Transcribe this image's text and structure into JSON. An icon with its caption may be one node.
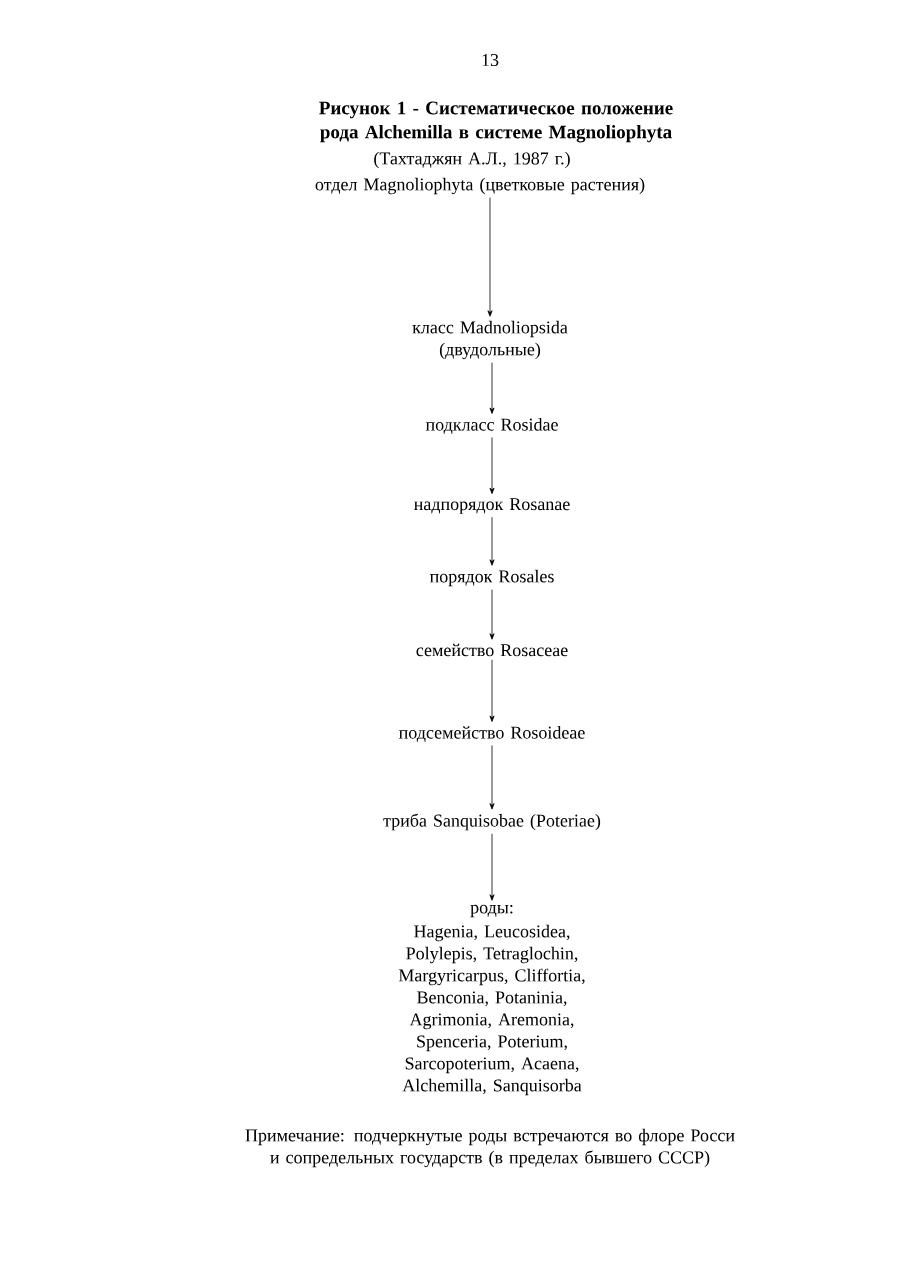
{
  "diagram": {
    "title": "Рисунок 1 - Систематическое положение рода Alchemilla в системе Magnoliophyta",
    "caption": "Примечание: подчеркнутые роды встречаются во флоре Росси и сопредельных государств (в пределах бывшего СССР)",
    "labels": [
      "13",
      "(Тахтаджян А.Л., 1987 г.)"
    ],
    "nodes": [
      {
        "text": [
          "отдел Magnoliophyta (цветковые растения)"
        ]
      },
      {
        "text": [
          "класс Madnoliopsida (двудольные)"
        ]
      },
      {
        "text": [
          "подкласс Rosidae"
        ]
      },
      {
        "text": [
          "надпорядок Rosanae"
        ]
      },
      {
        "text": [
          "порядок Rosales"
        ]
      },
      {
        "text": [
          "семейство Rosaceae"
        ]
      },
      {
        "text": [
          "подсемейство Rosoideae"
        ]
      },
      {
        "text": [
          "триба Sanquisobae (Poteriae)"
        ]
      },
      {
        "text": [
          "роды:",
          "Hagenia, Leucosidea, Polylepis, Tetraglochin, Margyricarpus, Cliffortia, Benconia, Potaninia, Agrimonia, Aremonia, Spenceria, Poterium, Sarcopoterium, Acaena, Alchemilla, Sanquisorba"
        ]
      }
    ],
    "edges": [
      {
        "from": 0,
        "to": 1,
        "arrow": "to"
      },
      {
        "from": 1,
        "to": 2,
        "arrow": "to"
      },
      {
        "from": 2,
        "to": 3,
        "arrow": "to"
      },
      {
        "from": 3,
        "to": 4,
        "arrow": "to"
      },
      {
        "from": 4,
        "to": 5,
        "arrow": "to"
      },
      {
        "from": 5,
        "to": 6,
        "arrow": "to"
      },
      {
        "from": 6,
        "to": 7,
        "arrow": "to"
      },
      {
        "from": 7,
        "to": 8,
        "arrow": "to"
      }
    ]
  }
}
